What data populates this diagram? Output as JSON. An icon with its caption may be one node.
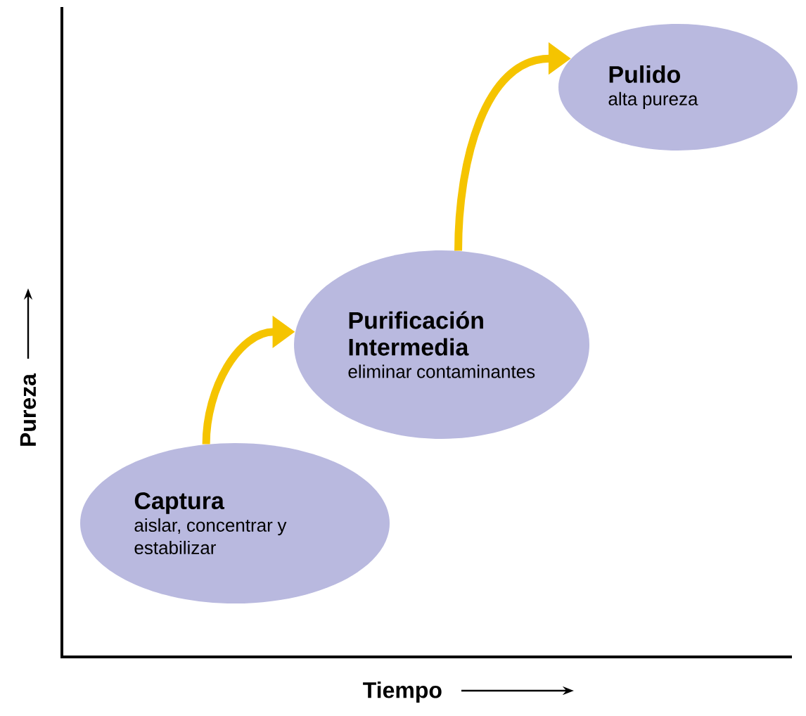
{
  "diagram": {
    "nodes": [
      {
        "text": [
          "Captura",
          "aislar, concentrar y estabilizar"
        ]
      },
      {
        "text": [
          "Purificación Intermedia",
          "eliminar contaminantes"
        ]
      },
      {
        "text": [
          "Pulido",
          "alta pureza"
        ]
      }
    ],
    "edges": [
      {
        "from": 0,
        "to": 1,
        "arrow": "to"
      },
      {
        "from": 1,
        "to": 2,
        "arrow": "to"
      }
    ],
    "labels": [
      "Pureza",
      "Tiempo"
    ]
  }
}
